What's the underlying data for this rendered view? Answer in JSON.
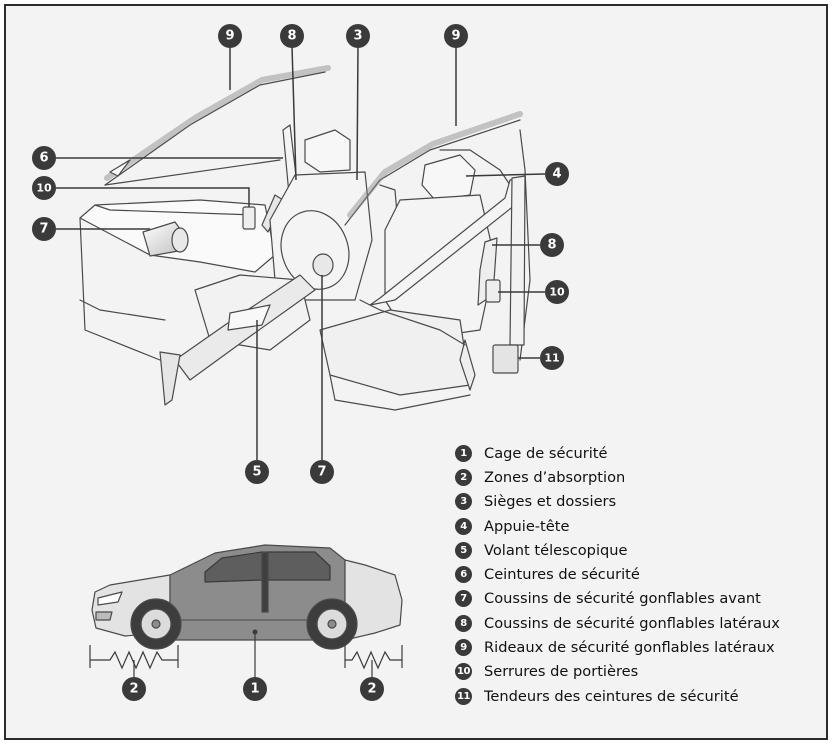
{
  "badges": {
    "b9_left": "9",
    "b8_top": "8",
    "b3": "3",
    "b9_right": "9",
    "b6": "6",
    "b4": "4",
    "b10_left": "10",
    "b7_left": "7",
    "b8_right": "8",
    "b10_right": "10",
    "b11": "11",
    "b5": "5",
    "b7_bottom": "7",
    "b2_left": "2",
    "b1": "1",
    "b2_right": "2"
  },
  "legend": {
    "items": [
      {
        "number": "1",
        "label": "Cage de sécurité"
      },
      {
        "number": "2",
        "label": "Zones d’absorption"
      },
      {
        "number": "3",
        "label": "Sièges et dossiers"
      },
      {
        "number": "4",
        "label": "Appuie-tête"
      },
      {
        "number": "5",
        "label": "Volant télescopique"
      },
      {
        "number": "6",
        "label": "Ceintures de sécurité"
      },
      {
        "number": "7",
        "label": "Coussins de sécurité gonflables avant"
      },
      {
        "number": "8",
        "label": "Coussins de sécurité gonflables latéraux"
      },
      {
        "number": "9",
        "label": "Rideaux de sécurité gonflables latéraux"
      },
      {
        "number": "10",
        "label": "Serrures de portières"
      },
      {
        "number": "11",
        "label": "Tendeurs des ceintures de sécurité"
      }
    ]
  },
  "colors": {
    "badge": "#3a3a3a",
    "line": "#3a3a3a",
    "panel": "#f3f3f3",
    "car_cage": "#8c8c8c",
    "car_body": "#d9d9d9"
  }
}
